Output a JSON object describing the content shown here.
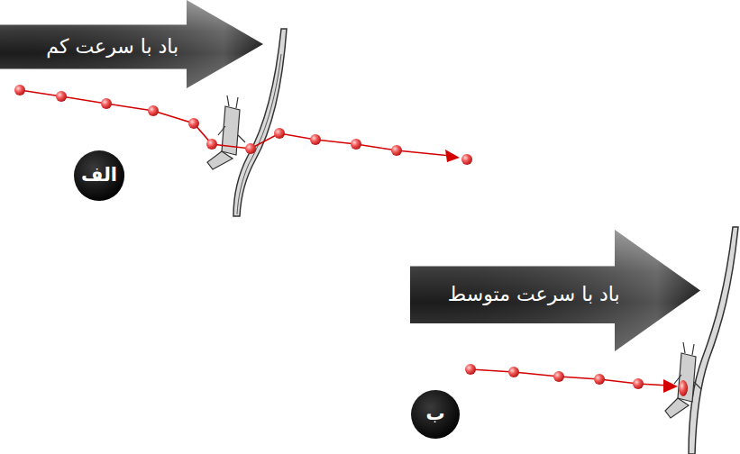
{
  "diagram": {
    "nodes": [
      {
        "text": [
          "باد با سرعت کم"
        ]
      },
      {
        "text": [
          "الف"
        ]
      },
      {
        "text": [
          "باد با سرعت متوسط"
        ]
      },
      {
        "text": [
          "ب"
        ]
      }
    ],
    "edges": []
  }
}
